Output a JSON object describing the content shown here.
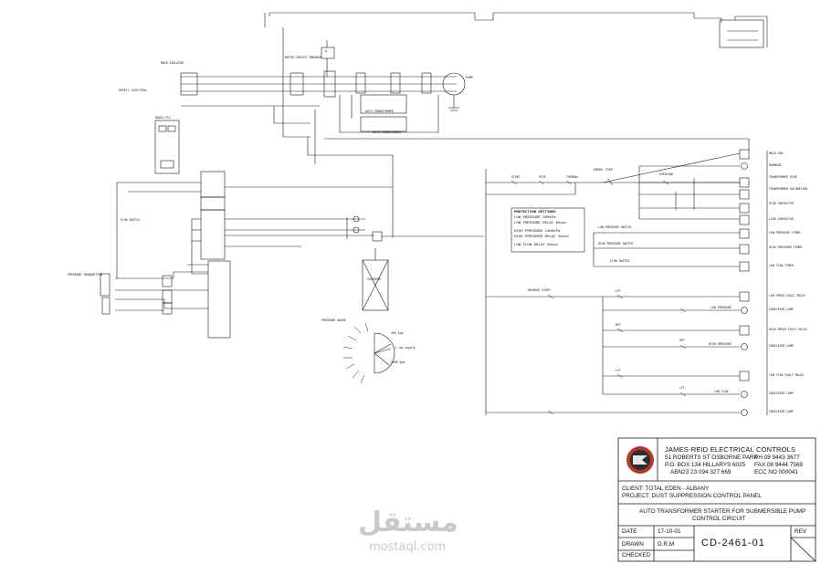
{
  "title_block": {
    "company": "JAMES-REID ELECTRICAL CONTROLS",
    "address1": "51 ROBERTS ST OSBORNE PARK",
    "phone": "PH 08 9443 3677",
    "address2": "P.O. BOX 134 HILLARYS 6025",
    "fax": "FAX 08 9444 7569",
    "abn": "ABN23 23 094 327 669",
    "ec": "ECC NO 000041",
    "client": "CLIENT: TOTAL EDEN - ALBANY",
    "project": "PROJECT: DUST SUPPRESSION CONTROL PANEL",
    "description_1": "AUTO TRANSFORMER STARTER FOR SUBMERSIBLE PUMP",
    "description_2": "CONTROL CIRCUIT",
    "date_label": "DATE",
    "date_value": "17-10-01",
    "drawn_label": "DRAWN",
    "drawn_value": "D.R.M",
    "checked_label": "CHECKED",
    "rev_label": "REV",
    "drawing_number": "CD-2461-01"
  },
  "protection": {
    "heading": "PROTECTION SETTINGS",
    "lines": [
      "LOW PRESSURE 300kPa",
      "LOW PRESSURE DELAY 60sec",
      "HIGH PRESSURE 1400kPa",
      "HIGH PRESSURE DELAY 30sec",
      "LOW FLOW DELAY 20sec"
    ]
  },
  "ladder": {
    "loads": [
      "MAIN CON",
      "RUNNING",
      "TRANSFORMER STAR",
      "TRANSFORMER SATURATION",
      "STAR CONTACTOR",
      "LINE CONTACTOR",
      "LOW PRESSURE TIMER",
      "HIGH PRESSURE TIMER",
      "LOW FLOW TIMER",
      "LOW PRESS FAULT RELAY",
      "INDICATOR LAMP",
      "HIGH PRESS FAULT RELAY",
      "INDICATOR LAMP",
      "LOW FLOW FAULT RELAY",
      "INDICATOR LAMP",
      "INDICATOR LAMP"
    ],
    "lamp_labels": [
      "LOW PRESSURE",
      "HIGH PRESSURE",
      "LOW FLOW"
    ],
    "contacts": [
      "START",
      "STOP",
      "THERMAL",
      "EMERG. STOP",
      "OVERLOAD",
      "LPT",
      "HPT",
      "LFT",
      "HPT",
      "LFT"
    ],
    "timer_labels": [
      "LOW PRESSURE SWITCH",
      "HIGH PRESSURE SWITCH",
      "FLOW SWITCH",
      "ADVANCE START"
    ]
  },
  "power": {
    "supply": "SUPPLY 415V/50Hz",
    "isolator": "MAIN ISOLATOR",
    "breaker": "MOTOR CIRCUIT BREAKER",
    "ammeter": "A",
    "motor": "PUMP",
    "transformer": "AUTO TRANSFORMER",
    "transformer2": "AUTO TRANSFORMER",
    "rtu": "RADIO PLC"
  },
  "instrument": {
    "probe": "PRESSURE TRANSMITTER",
    "flow": "FLOW SWITCH",
    "gauge": "PRESSURE GAUGE",
    "valve": "SOLENOID",
    "gauge_marks": [
      "300 kpa",
      "1 low supply",
      "1400 kpa"
    ]
  },
  "watermark": {
    "arabic": "مستقل",
    "latin": "mostaql.com"
  }
}
